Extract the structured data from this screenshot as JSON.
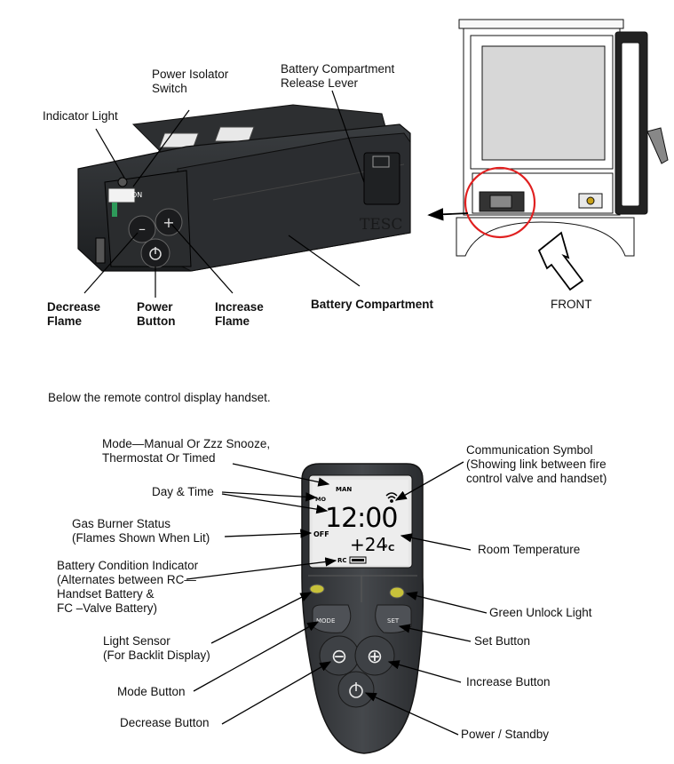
{
  "top": {
    "labels": {
      "power_isolator": [
        "Power Isolator",
        "Switch"
      ],
      "battery_release": [
        "Battery Compartment",
        "Release Lever"
      ],
      "indicator_light": "Indicator Light",
      "decrease_flame": [
        "Decrease",
        "Flame"
      ],
      "power_button": [
        "Power",
        "Button"
      ],
      "increase_flame": [
        "Increase",
        "Flame"
      ],
      "battery_compartment": "Battery Compartment",
      "front": "FRONT"
    },
    "device_brand": "TESC",
    "device_switch_text": "ON"
  },
  "intro_text": "Below the remote control display handset.",
  "handset": {
    "labels": {
      "mode": [
        "Mode—Manual Or Zzz Snooze,",
        "Thermostat Or Timed"
      ],
      "day_time": "Day & Time",
      "gas_burner": [
        "Gas Burner Status",
        "(Flames Shown When Lit)"
      ],
      "battery_condition": [
        "Battery Condition Indicator",
        "(Alternates between RC—",
        "Handset Battery &",
        "FC –Valve Battery)"
      ],
      "light_sensor": [
        "Light Sensor",
        "(For Backlit Display)"
      ],
      "mode_button": "Mode Button",
      "decrease_button": "Decrease Button",
      "communication": [
        "Communication Symbol",
        "(Showing link between fire",
        "control valve and handset)"
      ],
      "room_temp": "Room Temperature",
      "green_unlock": "Green Unlock Light",
      "set_button": "Set Button",
      "increase_button": "Increase Button",
      "power_standby": "Power / Standby"
    },
    "display": {
      "mode_text": "MAN",
      "day_text": "MO",
      "time": "12:00",
      "burner": "OFF",
      "temp": "+24",
      "temp_unit": "°C",
      "battery_tag": "RC"
    },
    "buttons": {
      "mode": "MODE",
      "set": "SET",
      "minus": "⊖",
      "plus": "⊕",
      "power": "⏻"
    }
  }
}
